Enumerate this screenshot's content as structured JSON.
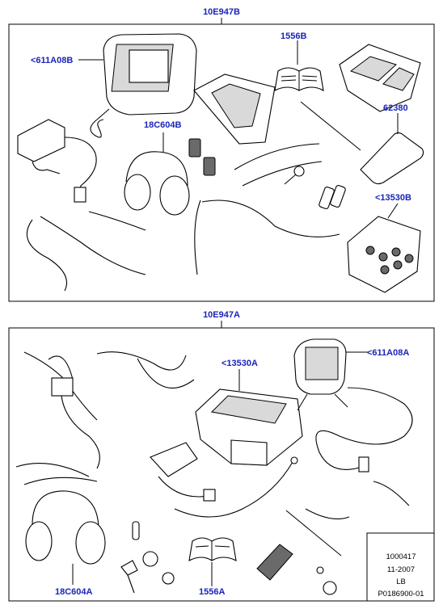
{
  "kits": [
    {
      "title": "10E947B",
      "callouts": [
        {
          "id": "headrest",
          "text": "<611A08B"
        },
        {
          "id": "manual",
          "text": "1556B"
        },
        {
          "id": "headphones",
          "text": "18C604B"
        },
        {
          "id": "remote",
          "text": "62380"
        },
        {
          "id": "console",
          "text": "<13530B"
        }
      ]
    },
    {
      "title": "10E947A",
      "callouts": [
        {
          "id": "console",
          "text": "<13530A"
        },
        {
          "id": "headrest",
          "text": "<611A08A"
        },
        {
          "id": "headphones",
          "text": "18C604A"
        },
        {
          "id": "manual",
          "text": "1556A"
        }
      ]
    }
  ],
  "info_box": {
    "lines": [
      "1000417",
      "11-2007",
      "LB",
      "P0186900-01"
    ]
  }
}
